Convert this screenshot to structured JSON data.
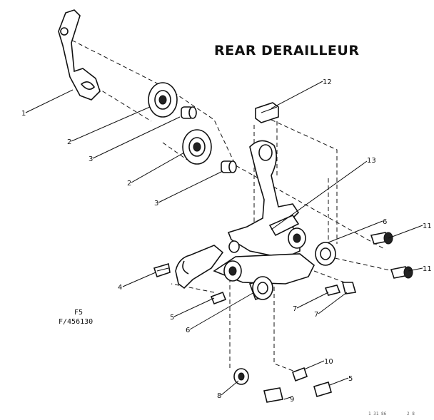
{
  "title": "REAR DERAILLEUR",
  "codes": {
    "line1": "F5",
    "line2": "F/456130"
  },
  "footer": {
    "left": "1 31 86",
    "right": "2 8"
  },
  "callouts": [
    "1",
    "2",
    "3",
    "2",
    "3",
    "4",
    "5",
    "6",
    "7",
    "7",
    "8",
    "9",
    "10",
    "5",
    "6",
    "11",
    "11",
    "12",
    "13"
  ]
}
